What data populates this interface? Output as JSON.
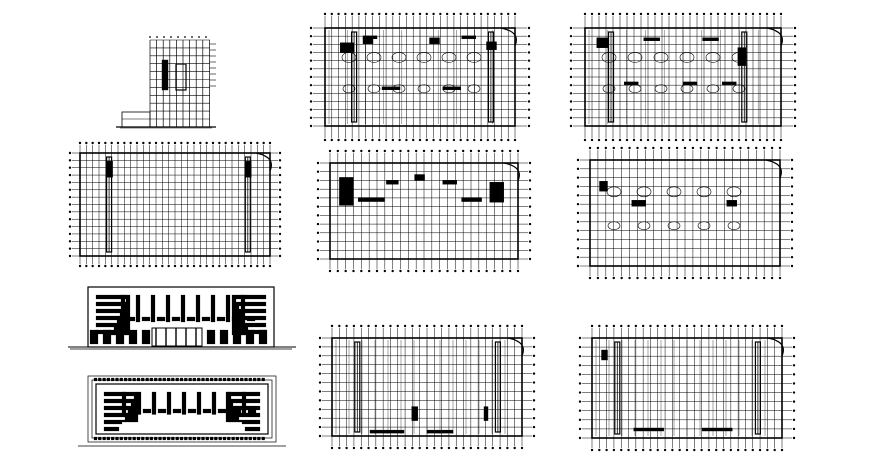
{
  "sheet": {
    "background": "#ffffff",
    "ink": "#000000",
    "drawings": [
      {
        "id": "section",
        "kind": "building-section"
      },
      {
        "id": "plan-1",
        "kind": "floor-plan-dense"
      },
      {
        "id": "plan-2",
        "kind": "floor-plan-dense"
      },
      {
        "id": "plan-3",
        "kind": "floor-plan-grid"
      },
      {
        "id": "plan-4",
        "kind": "floor-plan-rooms"
      },
      {
        "id": "plan-5",
        "kind": "floor-plan-rooms"
      },
      {
        "id": "elevation-1",
        "kind": "facade-elevation"
      },
      {
        "id": "elevation-2",
        "kind": "facade-elevation-framed"
      },
      {
        "id": "plan-6",
        "kind": "floor-plan-columns"
      },
      {
        "id": "plan-7",
        "kind": "floor-plan-columns"
      }
    ]
  }
}
